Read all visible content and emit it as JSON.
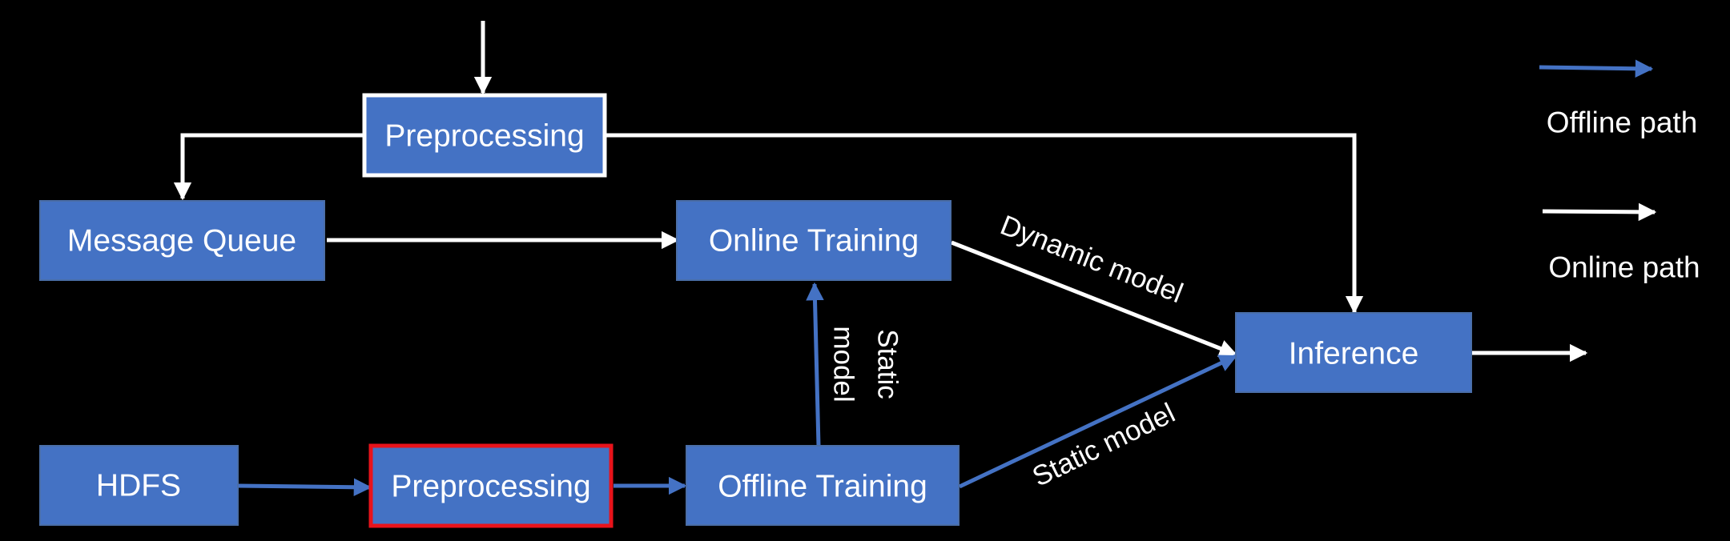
{
  "colors": {
    "background": "#000000",
    "node_fill": "#4472C4",
    "node_border": "#4a6ea8",
    "highlight_white": "#FFFFFF",
    "highlight_red": "#E8131B",
    "offline_arrow": "#4472C4",
    "online_arrow": "#FFFFFF",
    "text": "#FFFFFF"
  },
  "nodes": {
    "preprocessing_online": "Preprocessing",
    "message_queue": "Message Queue",
    "online_training": "Online Training",
    "inference": "Inference",
    "hdfs": "HDFS",
    "preprocessing_offline": "Preprocessing",
    "offline_training": "Offline Training"
  },
  "edge_labels": {
    "dynamic_model": "Dynamic model",
    "static_model_vertical_line1": "Static",
    "static_model_vertical_line2": "model",
    "static_model_diagonal": "Static model"
  },
  "legend": {
    "offline": "Offline path",
    "online": "Online path"
  }
}
